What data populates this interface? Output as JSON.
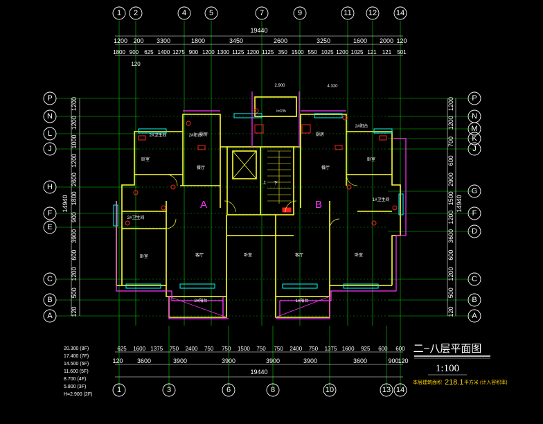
{
  "axes_top": [
    "1",
    "2",
    "4",
    "5",
    "7",
    "9",
    "11",
    "12",
    "14"
  ],
  "axes_bottom": [
    "1",
    "3",
    "6",
    "8",
    "10",
    "13",
    "14"
  ],
  "axes_left": [
    "P",
    "N",
    "L",
    "J",
    "H",
    "F",
    "E",
    "C",
    "B",
    "A"
  ],
  "axes_right": [
    "P",
    "N",
    "M",
    "K",
    "J",
    "G",
    "F",
    "D",
    "C",
    "B",
    "A"
  ],
  "top_total": "19440",
  "top_dims_row1": [
    "1200",
    "200",
    "3300",
    "1800",
    "3450",
    "2600",
    "3250",
    "1600",
    "2000",
    "120"
  ],
  "top_dims_row2": [
    "1800",
    "900",
    "625",
    "1400",
    "1275",
    "900",
    "1200",
    "1300",
    "1125",
    "1200",
    "1125",
    "350",
    "1500",
    "550",
    "1025",
    "1200",
    "1025",
    "121",
    "121",
    "501"
  ],
  "top_dim_120": "120",
  "bottom_total": "19440",
  "bottom_dims_row1": [
    "625",
    "1600",
    "1375",
    "750",
    "2400",
    "750",
    "750",
    "1500",
    "750",
    "750",
    "2400",
    "750",
    "1375",
    "1600",
    "925",
    "600",
    "600"
  ],
  "bottom_dims_row2": [
    "120",
    "3600",
    "3900",
    "3900",
    "3900",
    "3900",
    "3600",
    "900",
    "120"
  ],
  "left_total": "14940",
  "left_dims": [
    "1200",
    "1200",
    "1000",
    "1200",
    "2600",
    "1800",
    "900",
    "3900",
    "600",
    "1200",
    "500",
    "120"
  ],
  "right_total": "14940",
  "right_dims": [
    "1200",
    "1200",
    "700",
    "600",
    "2900",
    "1500",
    "1200",
    "3600",
    "600",
    "1200",
    "500",
    "120"
  ],
  "unit_labels": [
    "A",
    "B"
  ],
  "rooms": {
    "bedroom": "卧室",
    "living": "客厅",
    "dining": "餐厅",
    "kitchen": "厨房",
    "bath2": "2#卫生间",
    "bath1": "1#卫生间",
    "balcony2": "2#阳台",
    "balcony1": "1#阳台",
    "stair_up": "上",
    "stair_dn": "下",
    "elevator": "电梯",
    "note": "i=1%"
  },
  "level_note": "2.900",
  "level_note2": "4.320",
  "elevations": [
    "20.300 (8F)",
    "17.400 (7F)",
    "14.500 (6F)",
    "11.600 (5F)",
    "8.700 (4F)",
    "5.800 (3F)",
    "H=2.900 (2F)"
  ],
  "title": "二~八层平面图",
  "scale": "1:100",
  "area_label": "本层建筑面积",
  "area_value": "218.1",
  "area_unit": "平方米 (计入容积率)",
  "colors": {
    "axis": "#00d000",
    "wall": "#ffff33",
    "magenta": "#ff33ff",
    "red": "#ff2020",
    "cyan": "#00ffff",
    "dim": "#ffffff"
  }
}
